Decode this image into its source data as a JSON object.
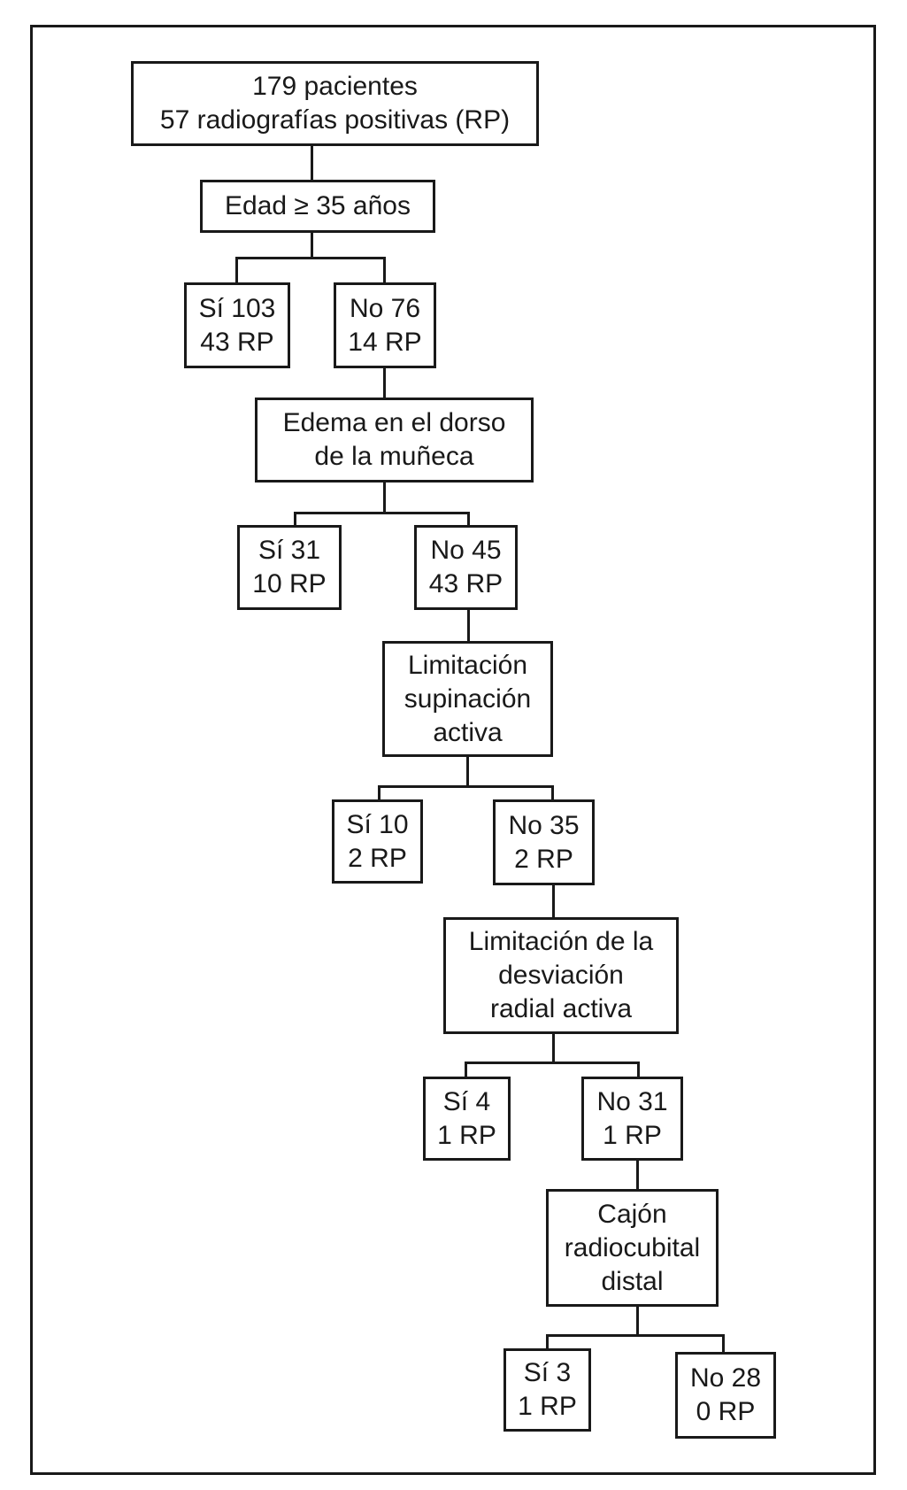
{
  "figure": {
    "type": "decision-tree-flowchart",
    "language": "es",
    "colors": {
      "line": "#191919",
      "background": "#ffffff"
    },
    "nodes": {
      "root": {
        "text": "179 pacientes\n57 radiografías positivas (RP)"
      },
      "q_edad": {
        "text": "Edad ≥ 35 años"
      },
      "edad_si": {
        "text": "Sí 103\n43 RP"
      },
      "edad_no": {
        "text": "No 76\n14 RP"
      },
      "q_edema": {
        "text": "Edema en el dorso\nde la muñeca"
      },
      "edema_si": {
        "text": "Sí 31\n10 RP"
      },
      "edema_no": {
        "text": "No 45\n43 RP"
      },
      "q_supinacion": {
        "text": "Limitación\nsupinación\nactiva"
      },
      "supinacion_si": {
        "text": "Sí 10\n2 RP"
      },
      "supinacion_no": {
        "text": "No 35\n2 RP"
      },
      "q_desviacion": {
        "text": "Limitación de la\ndesviación\nradial activa"
      },
      "desviacion_si": {
        "text": "Sí 4\n1 RP"
      },
      "desviacion_no": {
        "text": "No 31\n1 RP"
      },
      "q_cajon": {
        "text": "Cajón\nradiocubital\ndistal"
      },
      "cajon_si": {
        "text": "Sí 3\n1 RP"
      },
      "cajon_no": {
        "text": "No 28\n0 RP"
      }
    }
  }
}
